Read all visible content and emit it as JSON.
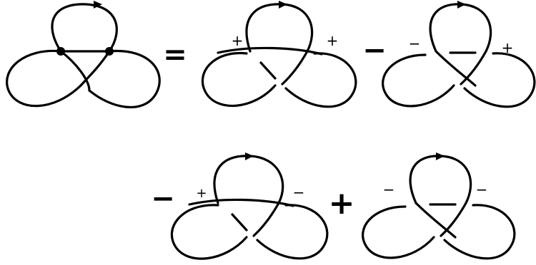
{
  "equation": {
    "equals": "=",
    "terms": [
      {
        "id": "t1",
        "operator": "",
        "signs": {
          "left": "+",
          "right": "+"
        }
      },
      {
        "id": "t2",
        "operator": "−",
        "signs": {
          "left": "−",
          "right": "+"
        }
      },
      {
        "id": "t3",
        "operator": "−",
        "signs": {
          "left": "+",
          "right": "−"
        }
      },
      {
        "id": "t4",
        "operator": "+",
        "signs": {
          "left": "−",
          "right": "−"
        }
      }
    ]
  },
  "colors": {
    "ink": "#000000",
    "background": "#ffffff"
  }
}
